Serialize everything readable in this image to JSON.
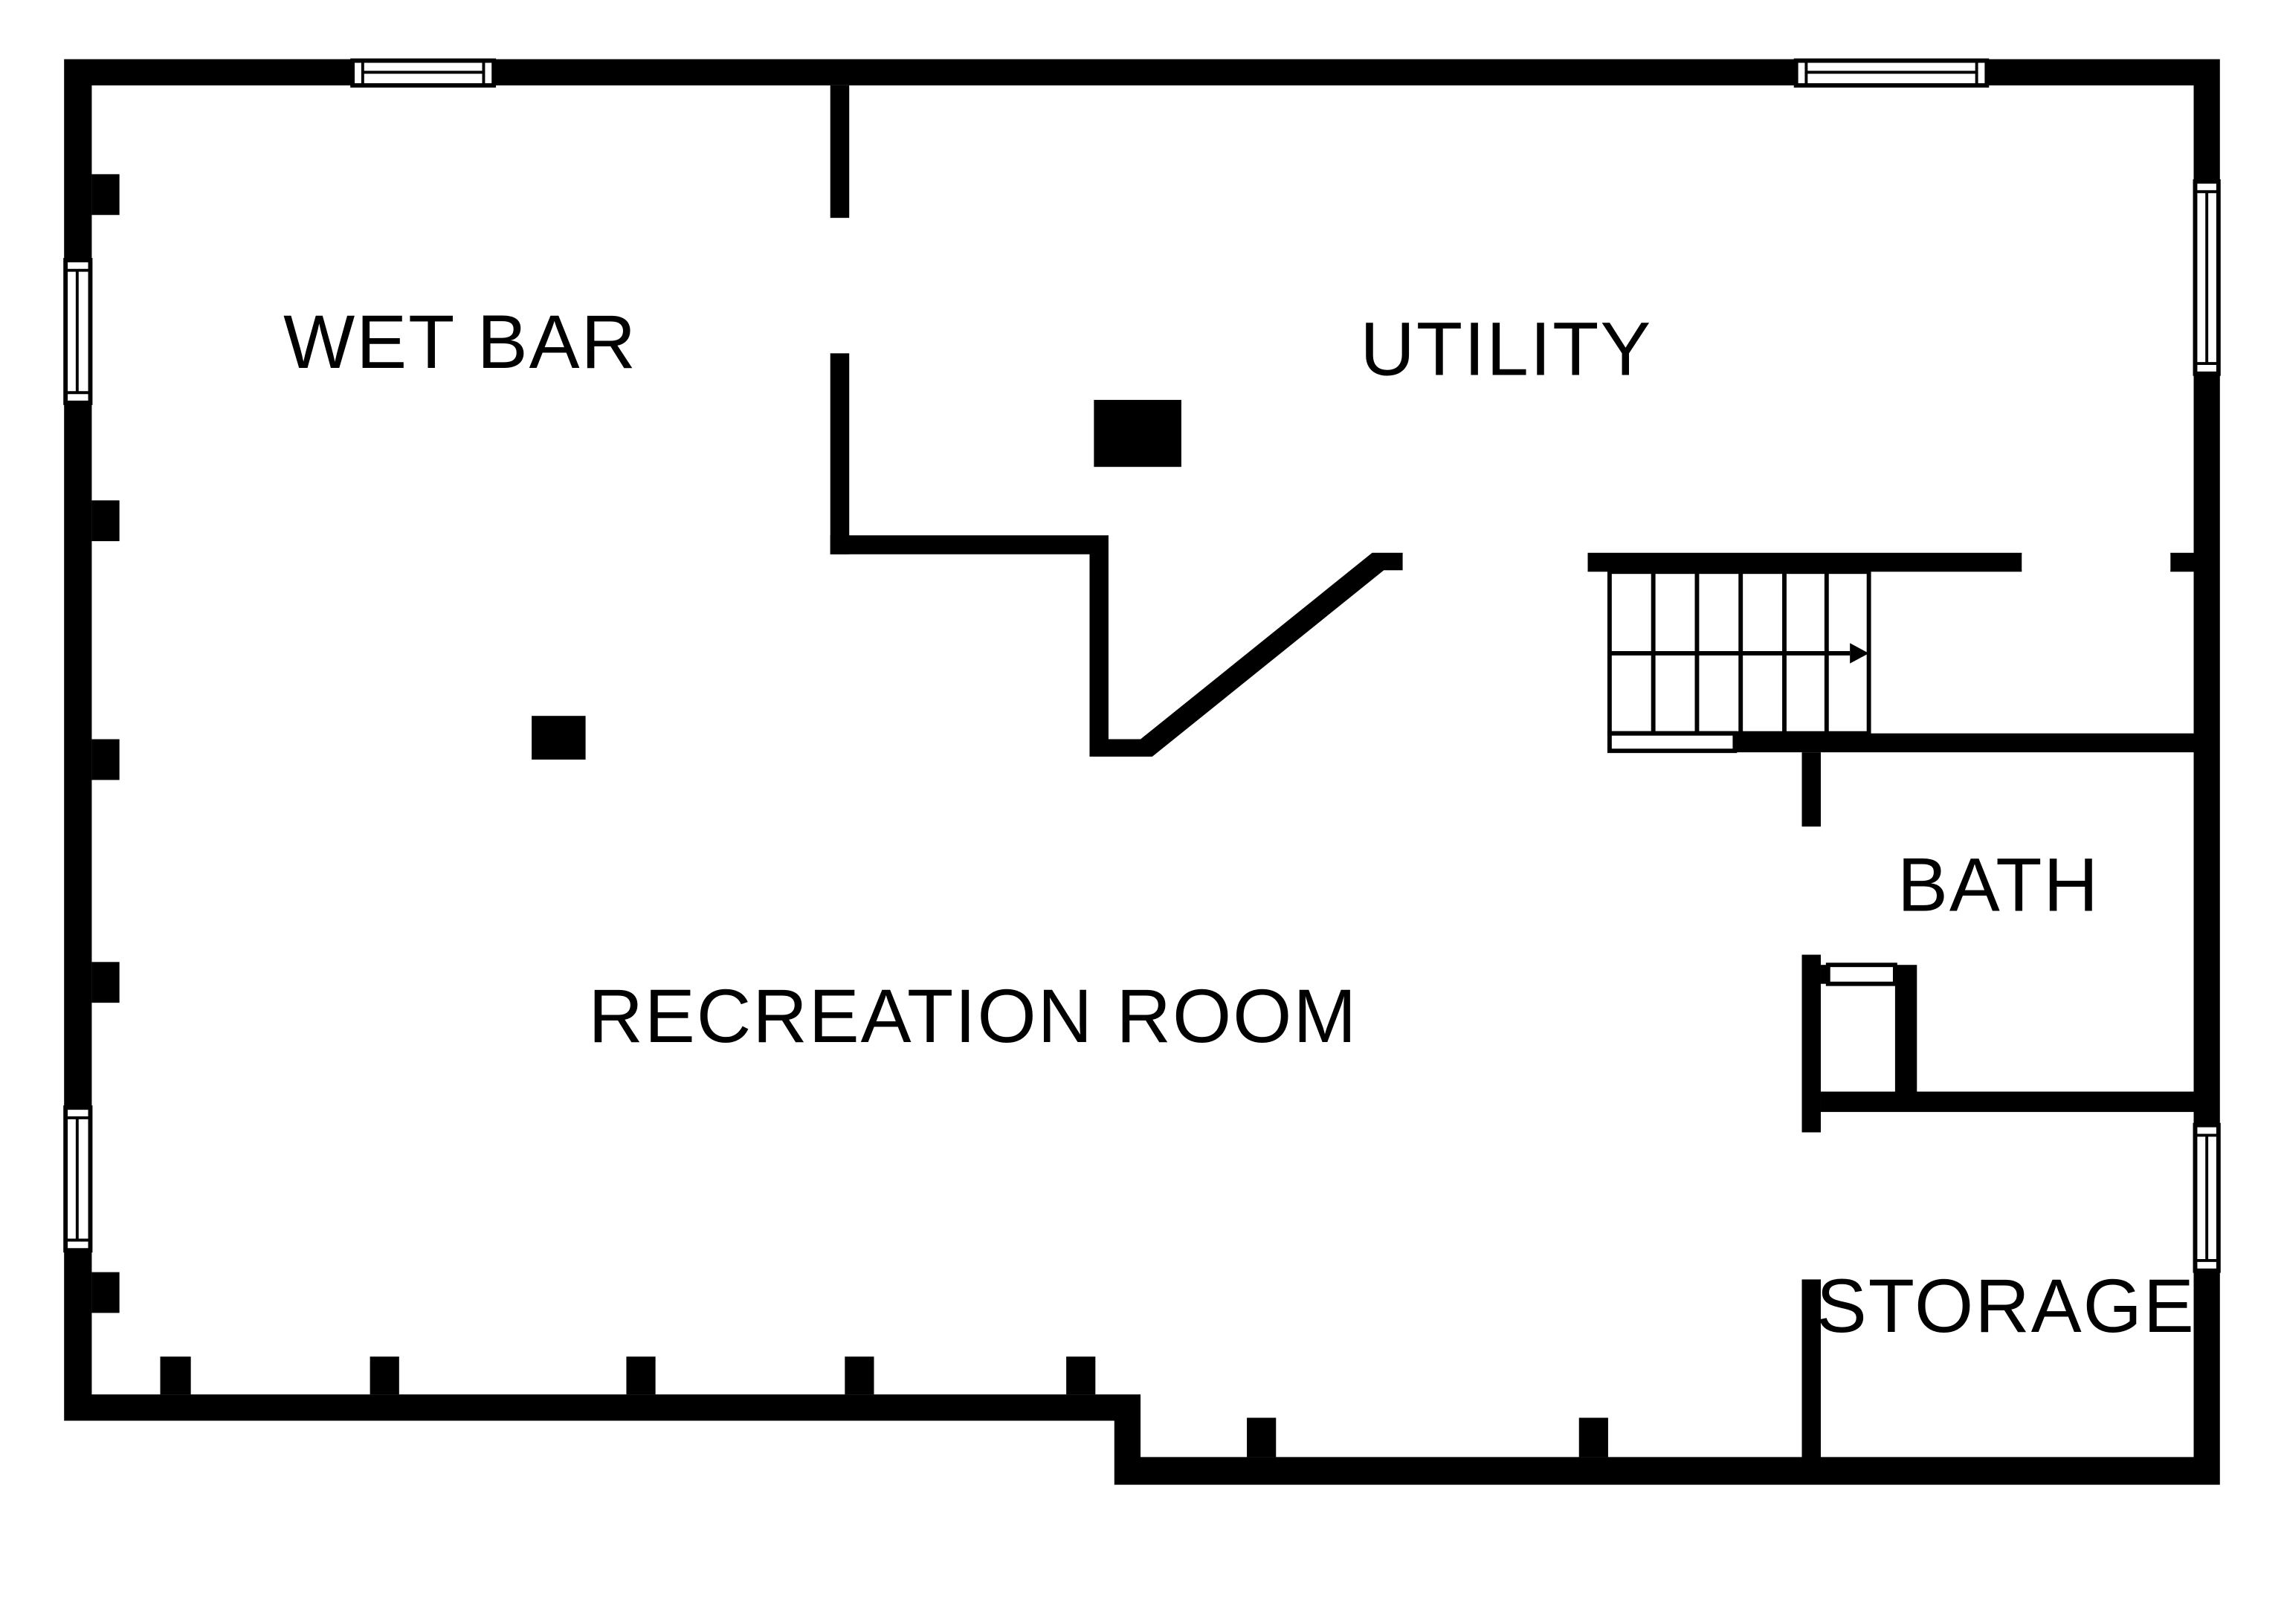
{
  "rooms": {
    "wet_bar": "WET BAR",
    "utility": "UTILITY",
    "recreation_room": "RECREATION ROOM",
    "bath": "BATH",
    "storage": "STORAGE"
  },
  "colors": {
    "wall": "#000000",
    "background": "#ffffff"
  }
}
